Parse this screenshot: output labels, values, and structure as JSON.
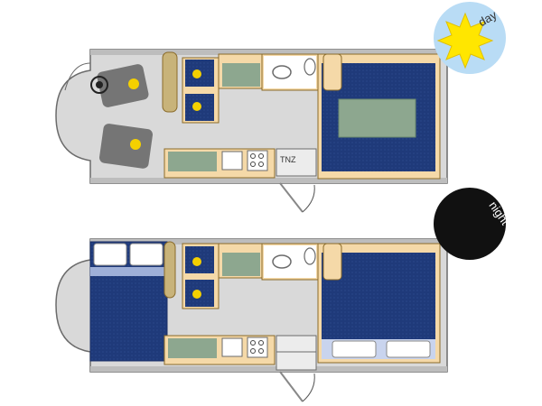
{
  "badges": {
    "day": {
      "label": "day",
      "bg": "#b9dcf5",
      "sun": "#ffe600"
    },
    "night": {
      "label": "night",
      "bg": "#111111",
      "moon": "#ffe600"
    }
  },
  "labels": {
    "tank": "TNZ"
  },
  "colors": {
    "floor": "#d9d9d9",
    "outline": "#6b6b6b",
    "bench": "#f5d9a8",
    "navy": "#1f3a7a",
    "sage": "#8da78f",
    "seat_dot": "#f4d000",
    "seat_grey": "#757575"
  }
}
